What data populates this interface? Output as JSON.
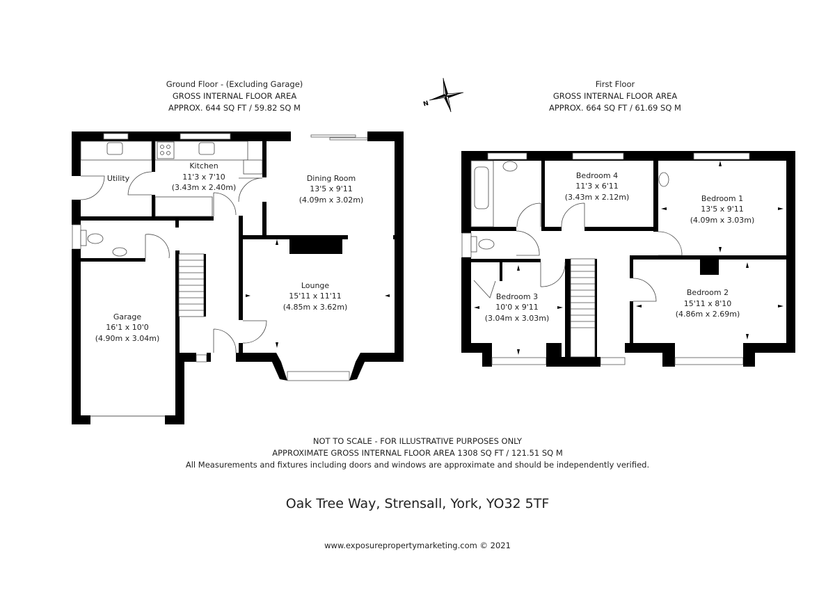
{
  "ground_floor": {
    "title": "Ground Floor - (Excluding Garage)",
    "area_label": "GROSS INTERNAL FLOOR AREA",
    "area_value": "APPROX. 644 SQ FT / 59.82 SQ M",
    "rooms": [
      {
        "name": "Utility"
      },
      {
        "name": "Kitchen",
        "imperial": "11'3 x 7'10",
        "metric": "(3.43m x 2.40m)"
      },
      {
        "name": "Dining Room",
        "imperial": "13'5 x 9'11",
        "metric": "(4.09m x 3.02m)"
      },
      {
        "name": "Lounge",
        "imperial": "15'11 x 11'11",
        "metric": "(4.85m x 3.62m)"
      },
      {
        "name": "Garage",
        "imperial": "16'1 x 10'0",
        "metric": "(4.90m x 3.04m)"
      }
    ]
  },
  "first_floor": {
    "title": "First Floor",
    "area_label": "GROSS INTERNAL FLOOR AREA",
    "area_value": "APPROX. 664 SQ FT / 61.69 SQ M",
    "rooms": [
      {
        "name": "Bedroom 4",
        "imperial": "11'3 x 6'11",
        "metric": "(3.43m x 2.12m)"
      },
      {
        "name": "Bedroom 1",
        "imperial": "13'5 x 9'11",
        "metric": "(4.09m x 3.03m)"
      },
      {
        "name": "Bedroom 3",
        "imperial": "10'0 x 9'11",
        "metric": "(3.04m x 3.03m)"
      },
      {
        "name": "Bedroom 2",
        "imperial": "15'11 x 8'10",
        "metric": "(4.86m x 2.69m)"
      }
    ]
  },
  "compass": {
    "label": "N"
  },
  "footer": {
    "line1": "NOT TO SCALE - FOR ILLUSTRATIVE PURPOSES ONLY",
    "line2": "APPROXIMATE GROSS INTERNAL FLOOR AREA 1308 SQ FT / 121.51 SQ M",
    "line3": "All Measurements and fixtures including doors and windows are approximate and should be independently verified."
  },
  "address": "Oak Tree Way, Strensall, York, YO32 5TF",
  "website": "www.exposurepropertymarketing.com © 2021"
}
